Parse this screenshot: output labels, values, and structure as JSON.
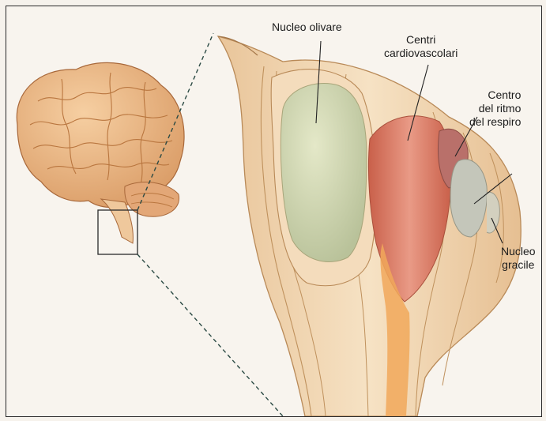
{
  "labels": {
    "nucleo_olivare": "Nucleo olivare",
    "centri_cardiovascolari": [
      "Centri",
      "cardiovascolari"
    ],
    "centro_ritmo_respiro": [
      "Centro",
      "del ritmo",
      "del respiro"
    ],
    "nucleo_gracile": [
      "Nucleo",
      "gracile"
    ]
  },
  "colors": {
    "brain": "#e8b07e",
    "brainstem": "#f2d6ae",
    "olivary_nucleus": "#cfd6b0",
    "cardiovascular_center": "#d87a62",
    "respiratory_center": "#b97468",
    "gracile_nucleus": "#bfc1b6"
  }
}
